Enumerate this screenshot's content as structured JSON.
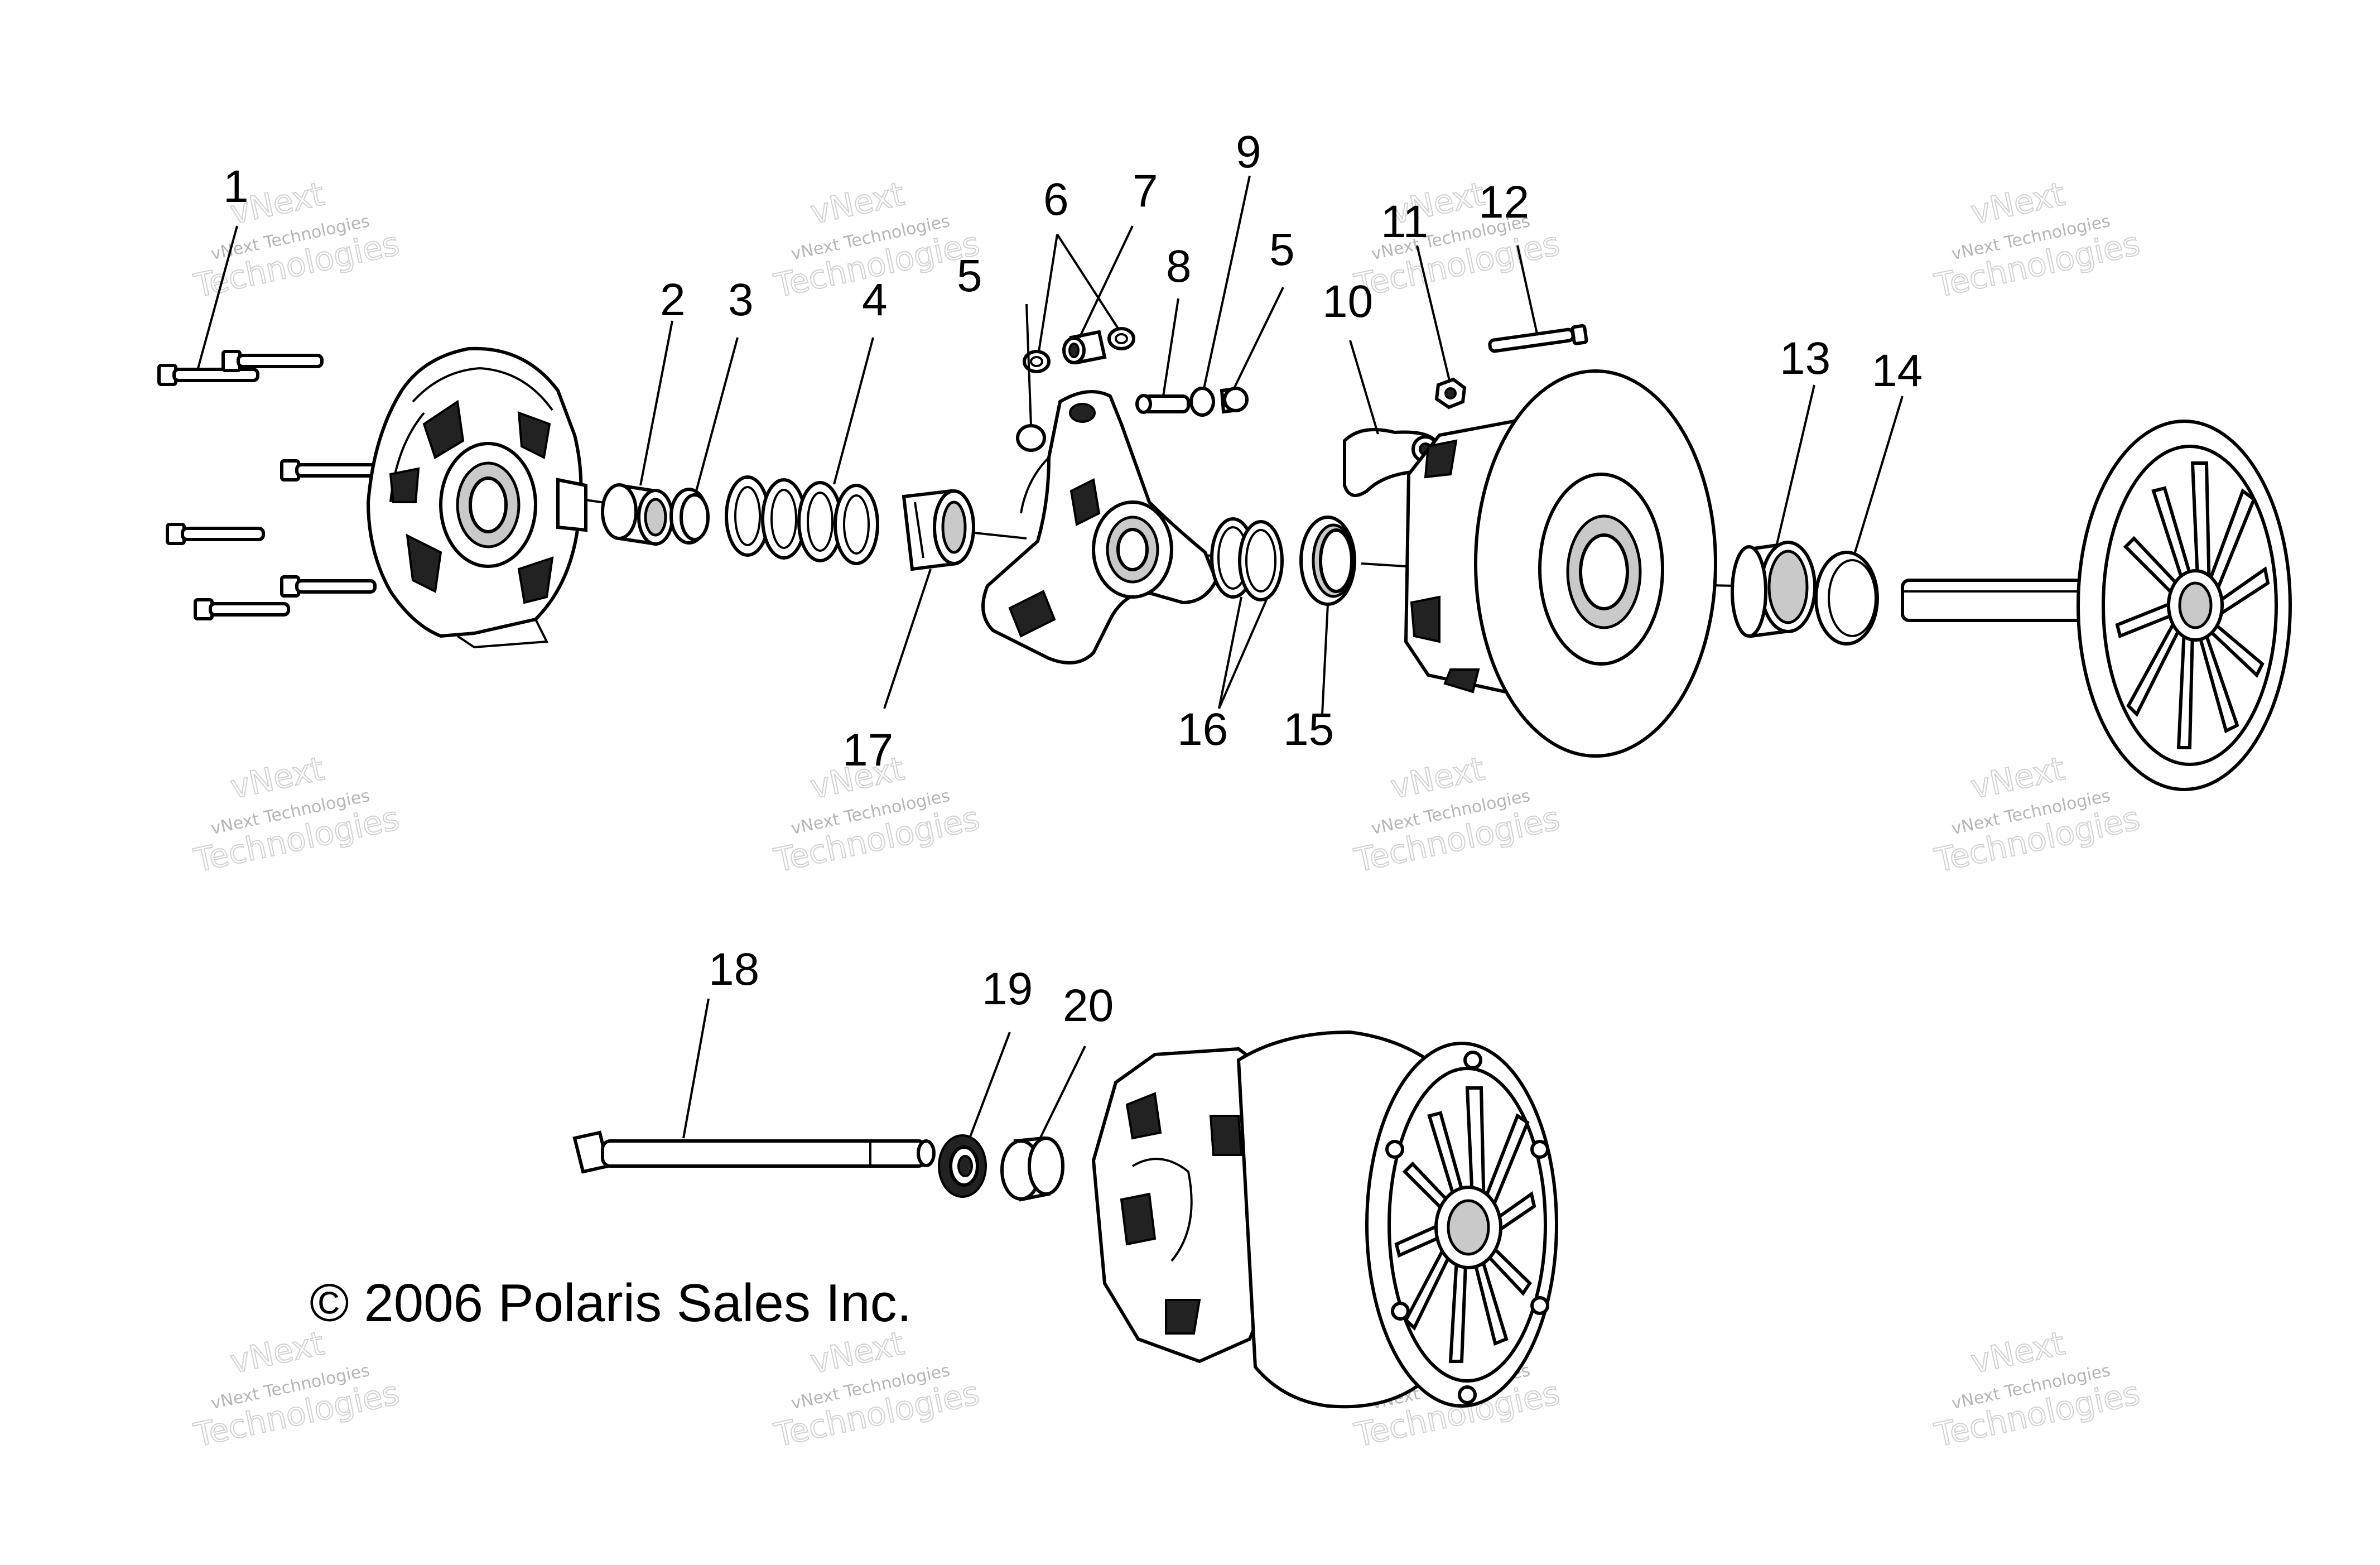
{
  "callouts": {
    "c1": "1",
    "c2": "2",
    "c3": "3",
    "c4": "4",
    "c5a": "5",
    "c5b": "5",
    "c6": "6",
    "c7": "7",
    "c8": "8",
    "c9": "9",
    "c10": "10",
    "c11": "11",
    "c12": "12",
    "c13": "13",
    "c14": "14",
    "c15": "15",
    "c16": "16",
    "c17": "17",
    "c18": "18",
    "c19": "19",
    "c20": "20"
  },
  "copyright": "© 2006 Polaris Sales Inc.",
  "watermark": {
    "line1": "vNext",
    "line2": "vNext Technologies",
    "line3": "Technologies"
  }
}
